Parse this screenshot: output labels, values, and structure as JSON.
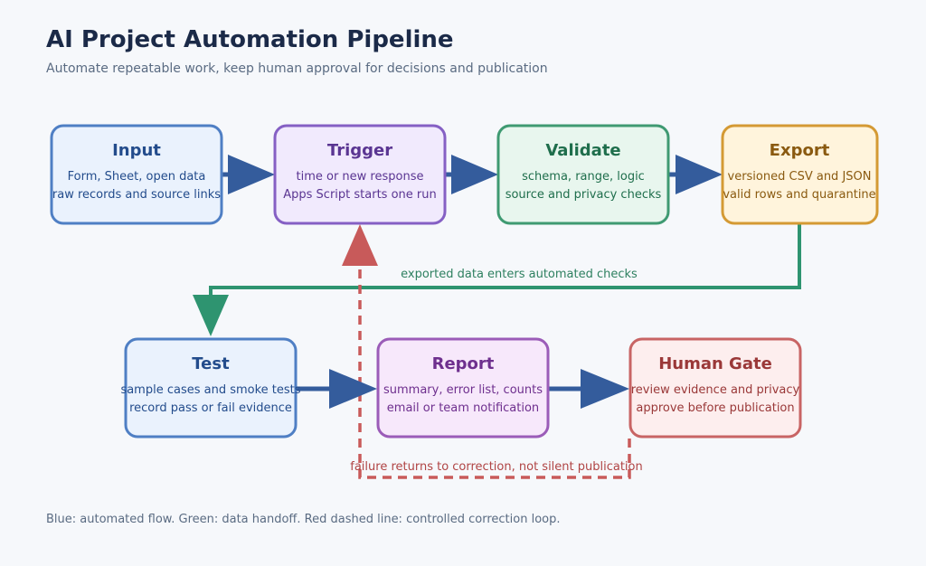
{
  "header": {
    "title": "AI Project Automation Pipeline",
    "subtitle": "Automate repeatable work, keep human approval for decisions and publication"
  },
  "nodes": {
    "input": {
      "title": "Input",
      "line1": "Form, Sheet, open data",
      "line2": "raw records and source links"
    },
    "trigger": {
      "title": "Trigger",
      "line1": "time or new response",
      "line2": "Apps Script starts one run"
    },
    "validate": {
      "title": "Validate",
      "line1": "schema, range, logic",
      "line2": "source and privacy checks"
    },
    "export": {
      "title": "Export",
      "line1": "versioned CSV and JSON",
      "line2": "valid rows and quarantine"
    },
    "test": {
      "title": "Test",
      "line1": "sample cases and smoke tests",
      "line2": "record pass or fail evidence"
    },
    "report": {
      "title": "Report",
      "line1": "summary, error list, counts",
      "line2": "email or team notification"
    },
    "human_gate": {
      "title": "Human Gate",
      "line1": "review evidence and privacy",
      "line2": "approve before publication"
    }
  },
  "edges": {
    "handoff_label": "exported data enters automated checks",
    "correction_label": "failure returns to correction, not silent publication"
  },
  "footnote": "Blue: automated flow. Green: data handoff. Red dashed line: controlled correction loop.",
  "colors": {
    "flow": "#345c9c",
    "handoff": "#2e9470",
    "correction": "#c85a5a",
    "input_fill": "#eaf2fd",
    "input_stroke": "#4f7fc4",
    "input_text": "#234c8c",
    "trigger_fill": "#f1eafd",
    "trigger_stroke": "#8560c4",
    "trigger_text": "#5a3592",
    "validate_fill": "#e8f6ee",
    "validate_stroke": "#3f9a72",
    "validate_text": "#1f6e4c",
    "export_fill": "#fff4dc",
    "export_stroke": "#d49a34",
    "export_text": "#8a5a10",
    "report_fill": "#f7e8fb",
    "report_stroke": "#9b5cb8",
    "report_text": "#6e2f8e",
    "gate_fill": "#fdeeee",
    "gate_stroke": "#c86464",
    "gate_text": "#9a3838"
  }
}
